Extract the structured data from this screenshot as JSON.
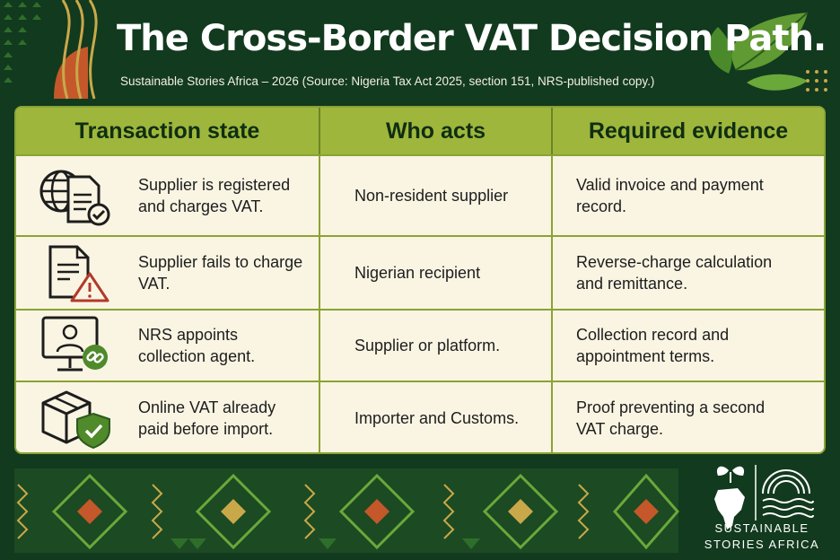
{
  "header": {
    "title": "The Cross-Border VAT Decision Path.",
    "subtitle": "Sustainable Stories Africa – 2026 (Source: Nigeria Tax Act 2025, section 151, NRS-published copy.)"
  },
  "table": {
    "columns": [
      "Transaction state",
      "Who acts",
      "Required evidence"
    ],
    "rows": [
      {
        "icon": "globe-document-check-icon",
        "state": "Supplier is registered and charges VAT.",
        "actor": "Non-resident supplier",
        "evidence": "Valid invoice and payment record."
      },
      {
        "icon": "document-warning-icon",
        "state": "Supplier fails to charge VAT.",
        "actor": "Nigerian recipient",
        "evidence": "Reverse-charge calculation and remittance."
      },
      {
        "icon": "monitor-person-link-icon",
        "state": "NRS appoints collection agent.",
        "actor": "Supplier or platform.",
        "evidence": "Collection record and appointment terms."
      },
      {
        "icon": "package-shield-check-icon",
        "state": "Online VAT already paid before import.",
        "actor": "Importer and Customs.",
        "evidence": "Proof preventing a second VAT charge."
      }
    ]
  },
  "brand": {
    "line1": "SUSTAINABLE",
    "line2": "STORIES AFRICA"
  },
  "colors": {
    "background": "#123a1e",
    "header_band": "#9fb63c",
    "table_fill": "#faf5e3",
    "accent_orange": "#c4582a",
    "icon_green": "#4f8a2b",
    "warning_red": "#b23a2a"
  }
}
